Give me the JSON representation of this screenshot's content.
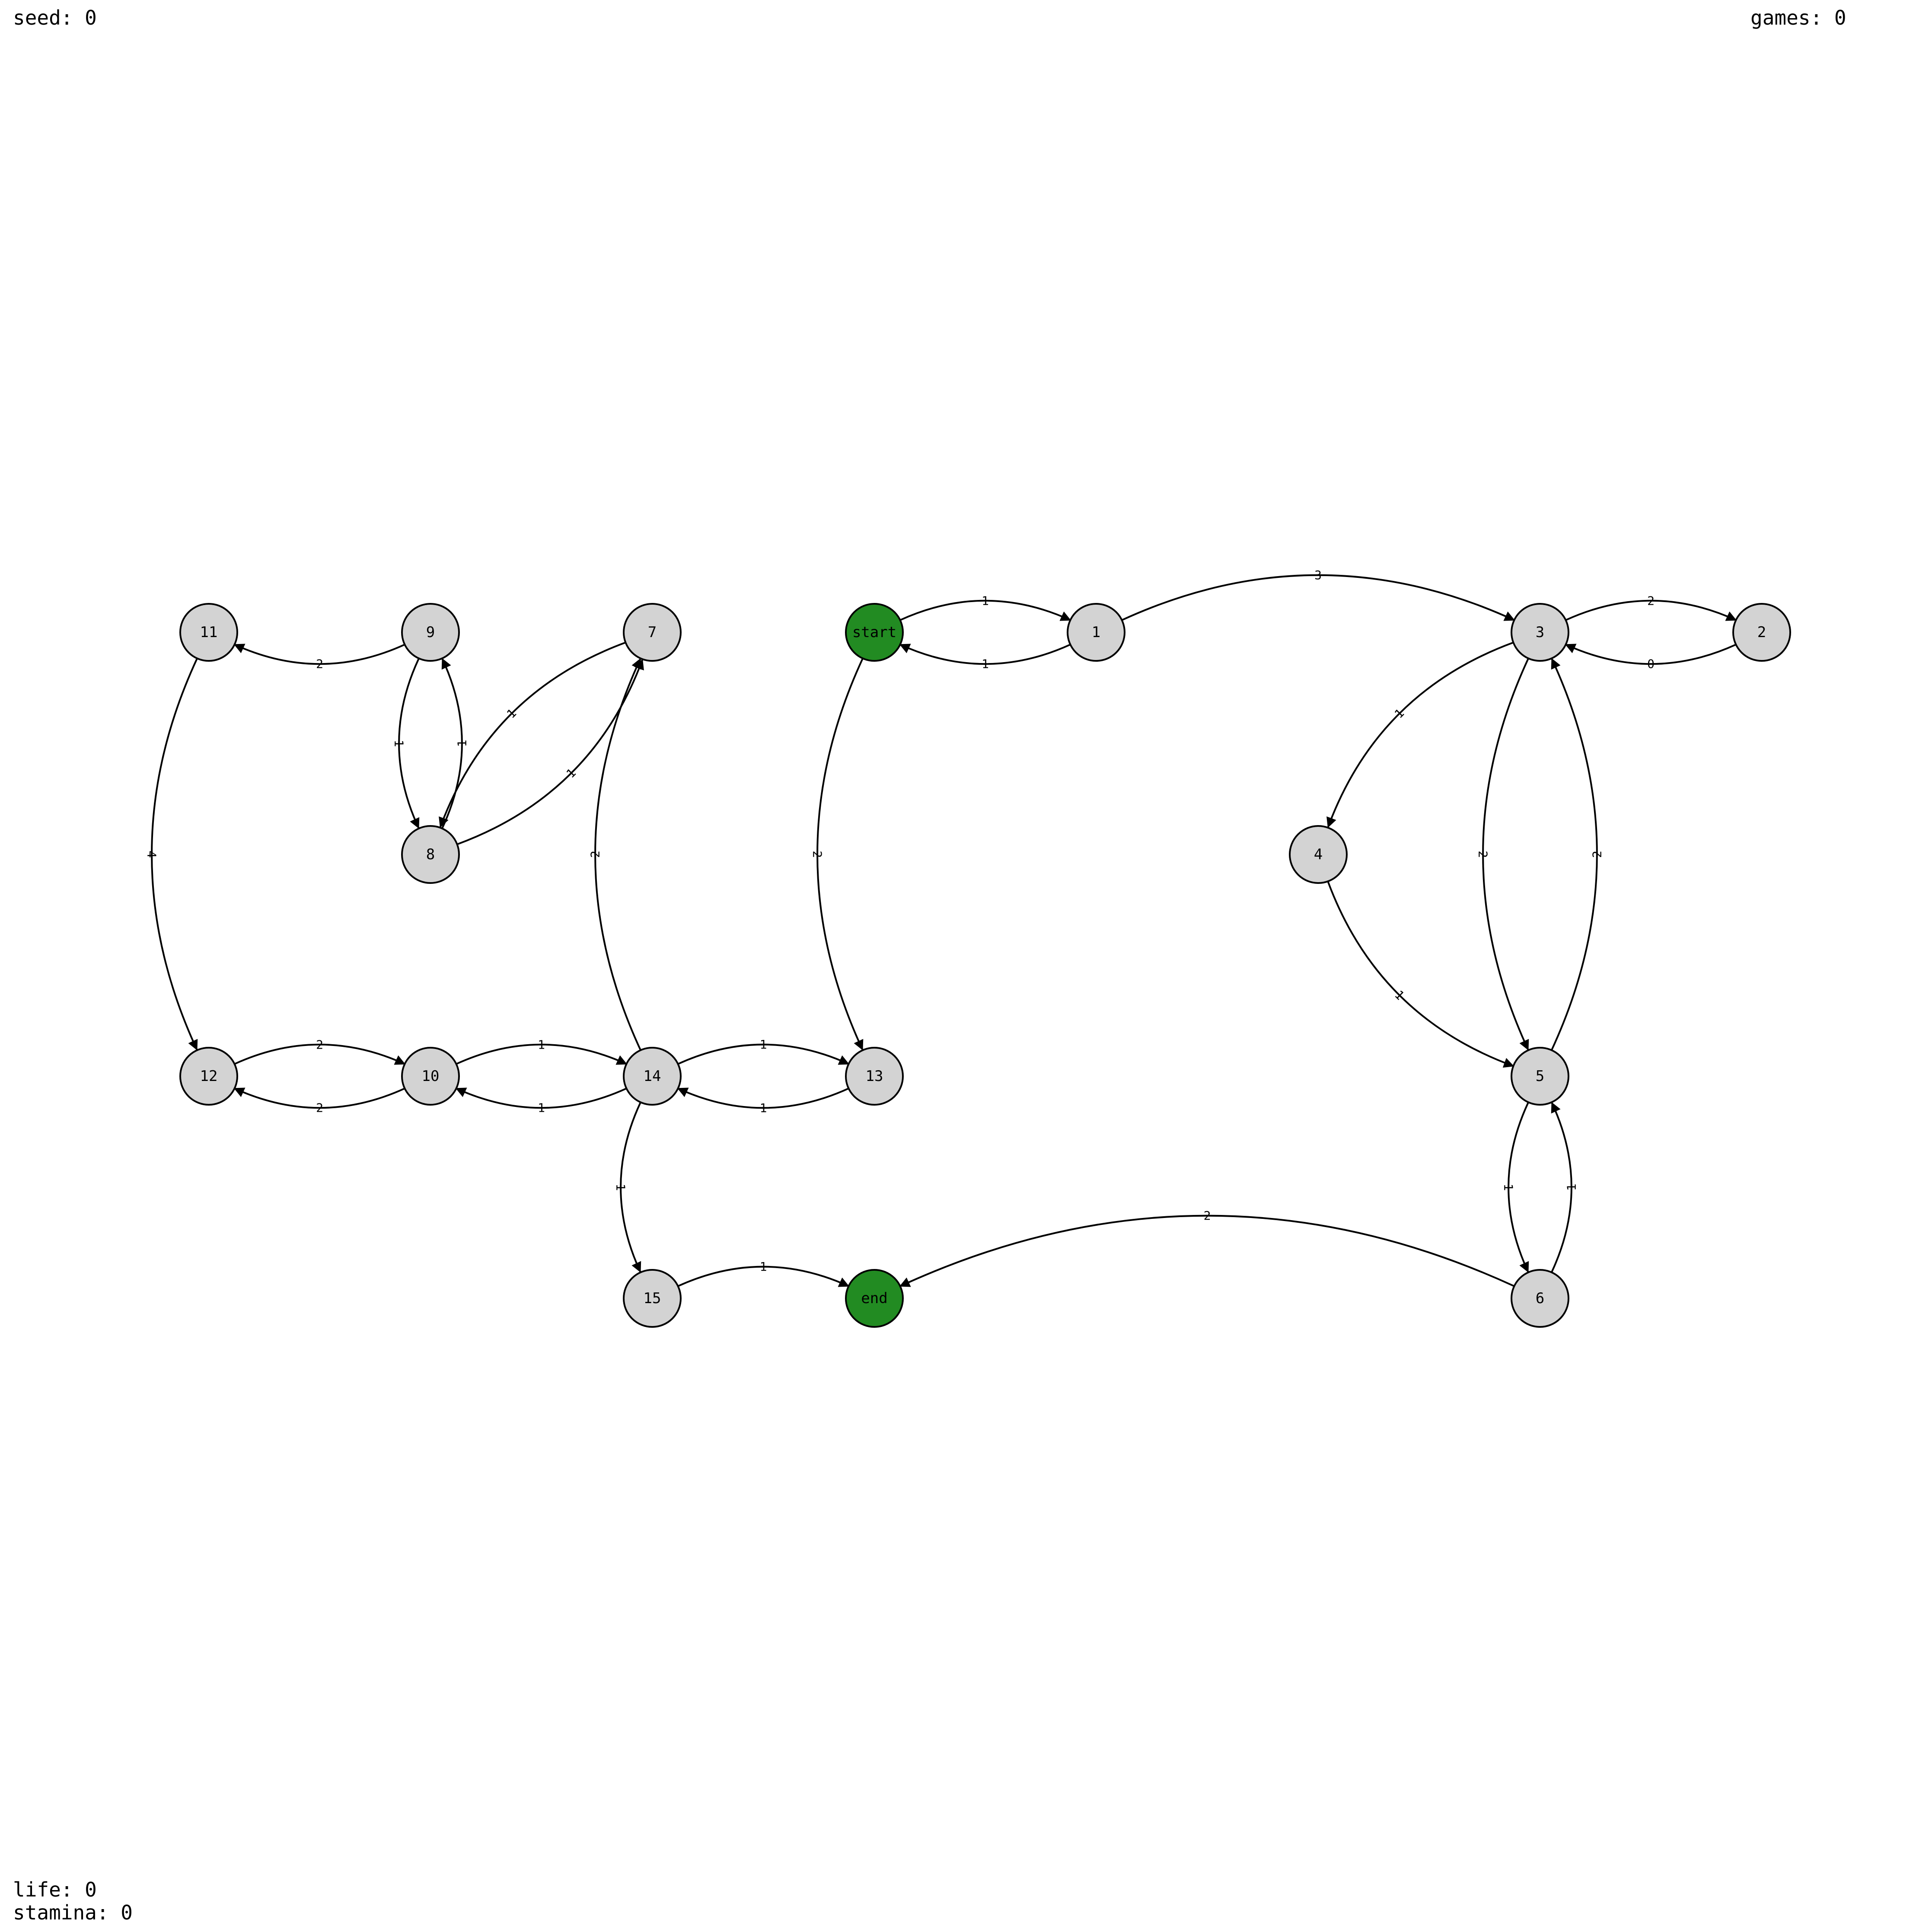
{
  "hud": {
    "seed": "seed: 0",
    "games": "games: 0",
    "life": "life: 0",
    "stamina": "stamina: 0"
  },
  "colors": {
    "terminal_node": "#228b22",
    "node": "#d3d3d3",
    "stroke": "#000000"
  },
  "nodes": [
    {
      "id": "start",
      "label": "start",
      "kind": "terminal"
    },
    {
      "id": "end",
      "label": "end",
      "kind": "terminal"
    },
    {
      "id": "n1",
      "label": "1",
      "kind": "normal"
    },
    {
      "id": "n2",
      "label": "2",
      "kind": "normal"
    },
    {
      "id": "n3",
      "label": "3",
      "kind": "normal"
    },
    {
      "id": "n4",
      "label": "4",
      "kind": "normal"
    },
    {
      "id": "n5",
      "label": "5",
      "kind": "normal"
    },
    {
      "id": "n6",
      "label": "6",
      "kind": "normal"
    },
    {
      "id": "n7",
      "label": "7",
      "kind": "normal"
    },
    {
      "id": "n8",
      "label": "8",
      "kind": "normal"
    },
    {
      "id": "n9",
      "label": "9",
      "kind": "normal"
    },
    {
      "id": "n10",
      "label": "10",
      "kind": "normal"
    },
    {
      "id": "n11",
      "label": "11",
      "kind": "normal"
    },
    {
      "id": "n12",
      "label": "12",
      "kind": "normal"
    },
    {
      "id": "n13",
      "label": "13",
      "kind": "normal"
    },
    {
      "id": "n14",
      "label": "14",
      "kind": "normal"
    },
    {
      "id": "n15",
      "label": "15",
      "kind": "normal"
    }
  ],
  "edges": [
    {
      "from": "n1",
      "to": "start",
      "weight": "1"
    },
    {
      "from": "start",
      "to": "n1",
      "weight": "1"
    },
    {
      "from": "n1",
      "to": "n3",
      "weight": "3"
    },
    {
      "from": "n2",
      "to": "n3",
      "weight": "0"
    },
    {
      "from": "n3",
      "to": "n2",
      "weight": "2"
    },
    {
      "from": "n3",
      "to": "n4",
      "weight": "1"
    },
    {
      "from": "n4",
      "to": "n5",
      "weight": "1"
    },
    {
      "from": "n3",
      "to": "n5",
      "weight": "2"
    },
    {
      "from": "n5",
      "to": "n3",
      "weight": "2"
    },
    {
      "from": "n5",
      "to": "n6",
      "weight": "1"
    },
    {
      "from": "n6",
      "to": "n5",
      "weight": "1"
    },
    {
      "from": "n6",
      "to": "end",
      "weight": "2"
    },
    {
      "from": "start",
      "to": "n13",
      "weight": "2"
    },
    {
      "from": "n13",
      "to": "n14",
      "weight": "1"
    },
    {
      "from": "n14",
      "to": "n13",
      "weight": "1"
    },
    {
      "from": "n14",
      "to": "n7",
      "weight": "2"
    },
    {
      "from": "n14",
      "to": "n10",
      "weight": "1"
    },
    {
      "from": "n10",
      "to": "n14",
      "weight": "1"
    },
    {
      "from": "n10",
      "to": "n12",
      "weight": "2"
    },
    {
      "from": "n12",
      "to": "n10",
      "weight": "2"
    },
    {
      "from": "n11",
      "to": "n12",
      "weight": "4"
    },
    {
      "from": "n9",
      "to": "n11",
      "weight": "2"
    },
    {
      "from": "n9",
      "to": "n8",
      "weight": "1"
    },
    {
      "from": "n8",
      "to": "n9",
      "weight": "1"
    },
    {
      "from": "n7",
      "to": "n8",
      "weight": "1"
    },
    {
      "from": "n8",
      "to": "n7",
      "weight": "1"
    },
    {
      "from": "n14",
      "to": "n15",
      "weight": "1"
    },
    {
      "from": "n15",
      "to": "end",
      "weight": "1"
    }
  ]
}
